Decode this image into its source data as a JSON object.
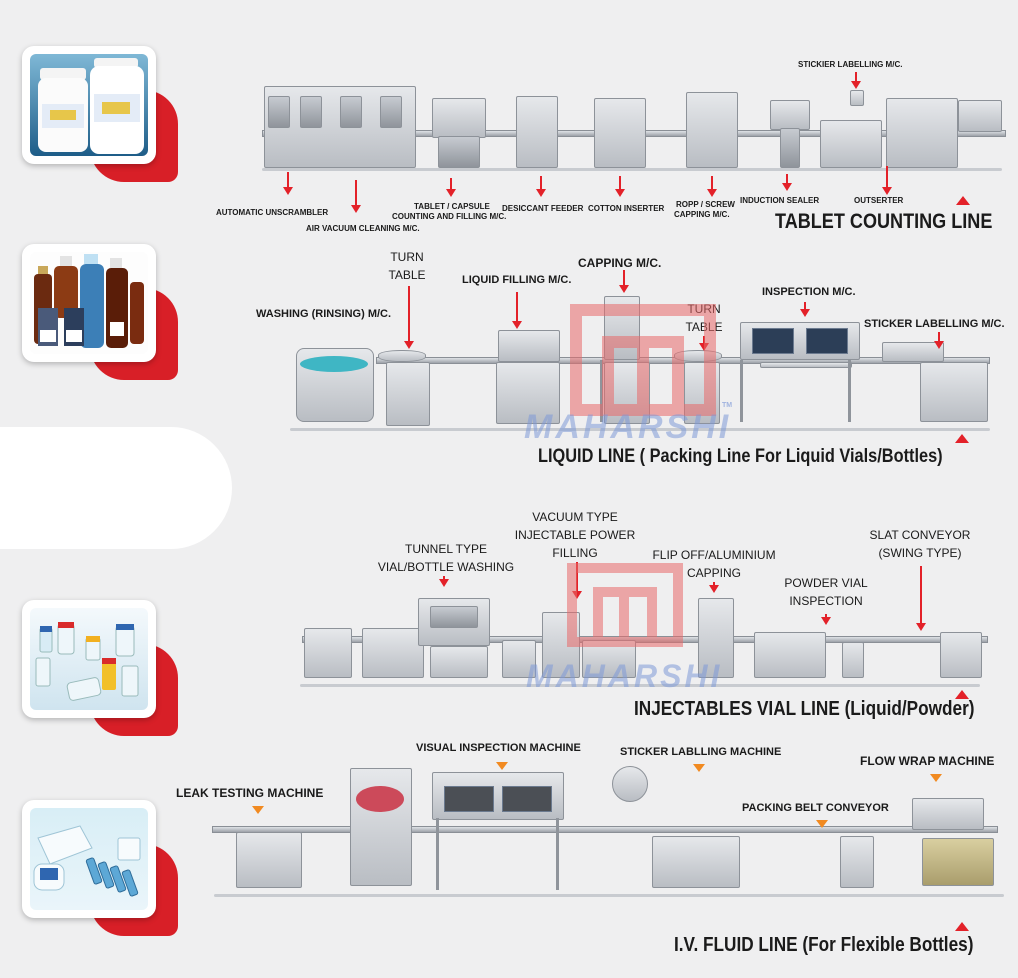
{
  "brand": {
    "watermark": "MAHARSHI",
    "tm": "TM"
  },
  "colors": {
    "accent_red": "#d81f27",
    "arrow_red": "#e32129",
    "arrow_orange": "#f18a21",
    "background": "#efeff0"
  },
  "tablet_line": {
    "title": "TABLET COUNTING LINE",
    "labels": {
      "unscrambler": "AUTOMATIC UNSCRAMBLER",
      "air_vacuum": "AIR VACUUM CLEANING M/C.",
      "counting_1": "TABLET / CAPSULE",
      "counting_2": "COUNTING AND FILLING M/C.",
      "desiccant": "DESICCANT FEEDER",
      "cotton": "COTTON INSERTER",
      "ropp_1": "ROPP / SCREW",
      "ropp_2": "CAPPING M/C.",
      "induction": "INDUCTION SEALER",
      "stickier": "STICKIER LABELLING M/C.",
      "outserter": "OUTSERTER"
    }
  },
  "liquid_line": {
    "title": "LIQUID LINE ( Packing Line For Liquid Vials/Bottles)",
    "labels": {
      "washing": "WASHING (RINSING) M/C.",
      "turn_table_1a": "TURN",
      "turn_table_1b": "TABLE",
      "liquid_filling": "LIQUID FILLING M/C.",
      "capping": "CAPPING M/C.",
      "turn_table_2a": "TURN",
      "turn_table_2b": "TABLE",
      "inspection": "INSPECTION M/C.",
      "sticker": "STICKER LABELLING M/C."
    }
  },
  "injectables_line": {
    "title": "INJECTABLES VIAL LINE (Liquid/Powder)",
    "labels": {
      "tunnel": "TUNNEL TYPE VIAL/BOTTLE WASHING",
      "vacuum": "VACUUM TYPE INJECTABLE POWER FILLING",
      "flip_off": "FLIP OFF/ALUMINIUM CAPPING",
      "powder": "POWDER VIAL INSPECTION",
      "slat": "SLAT CONVEYOR (SWING TYPE)"
    }
  },
  "iv_line": {
    "title": "I.V. FLUID LINE (For Flexible Bottles)",
    "labels": {
      "leak": "LEAK TESTING MACHINE",
      "visual": "VISUAL INSPECTION MACHINE",
      "sticker": "STICKER LABLLING MACHINE",
      "packing": "PACKING BELT CONVEYOR",
      "flow_wrap": "FLOW WRAP MACHINE"
    }
  },
  "icons": [
    "bottle-thumbnail-icon",
    "liquid-bottles-thumbnail-icon",
    "vials-thumbnail-icon",
    "iv-bags-thumbnail-icon",
    "maharshi-logo-icon"
  ]
}
